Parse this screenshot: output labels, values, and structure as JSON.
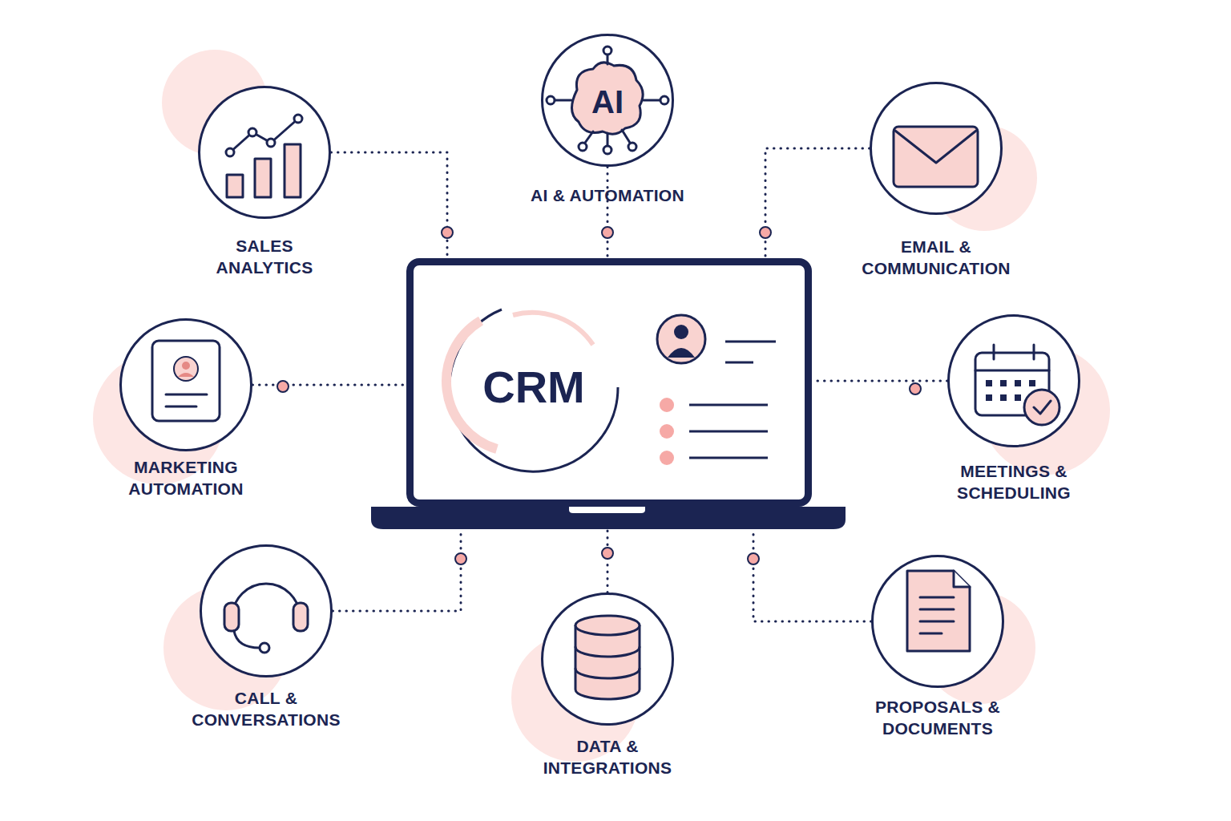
{
  "diagram": {
    "nodes": [
      {
        "text": [
          "SALES ANALYTICS"
        ]
      },
      {
        "text": [
          "AI",
          "AI & AUTOMATION"
        ]
      },
      {
        "text": [
          "EMAIL & COMMUNICATION"
        ]
      },
      {
        "text": [
          "MARKETING AUTOMATION"
        ]
      },
      {
        "text": [
          "CRM"
        ]
      },
      {
        "text": [
          "MEETINGS & SCHEDULING"
        ]
      },
      {
        "text": [
          "CALL & CONVERSATIONS"
        ]
      },
      {
        "text": [
          "DATA & INTEGRATIONS"
        ]
      },
      {
        "text": [
          "PROPOSALS & DOCUMENTS"
        ]
      }
    ],
    "edges": [
      {
        "from": 0,
        "to": 4,
        "arrow": "none"
      },
      {
        "from": 1,
        "to": 4,
        "arrow": "none"
      },
      {
        "from": 2,
        "to": 4,
        "arrow": "none"
      },
      {
        "from": 3,
        "to": 4,
        "arrow": "none"
      },
      {
        "from": 5,
        "to": 4,
        "arrow": "none"
      },
      {
        "from": 6,
        "to": 4,
        "arrow": "none"
      },
      {
        "from": 7,
        "to": 4,
        "arrow": "none"
      },
      {
        "from": 8,
        "to": 4,
        "arrow": "none"
      }
    ]
  }
}
